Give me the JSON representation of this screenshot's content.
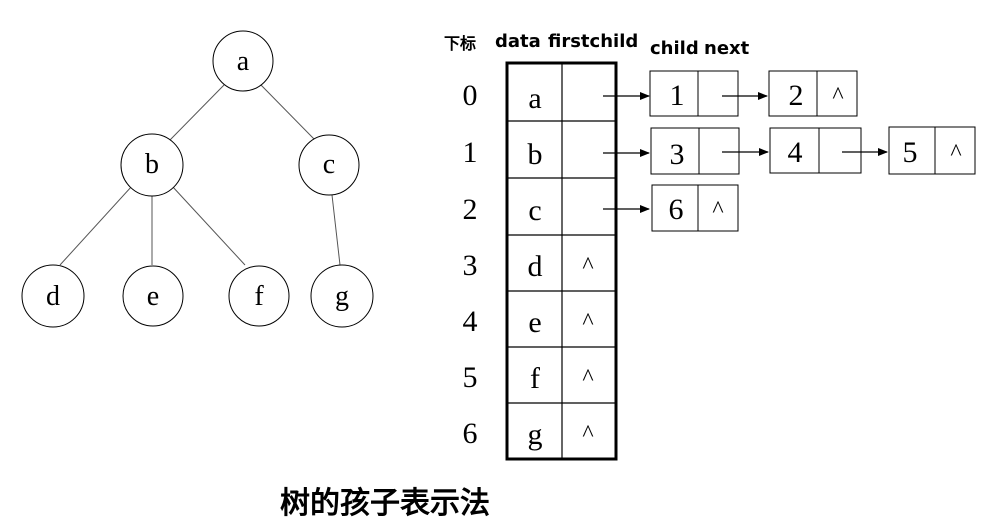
{
  "caption": "树的孩子表示法",
  "tree": {
    "nodes": [
      "a",
      "b",
      "c",
      "d",
      "e",
      "f",
      "g"
    ],
    "edges": [
      [
        "a",
        "b"
      ],
      [
        "a",
        "c"
      ],
      [
        "b",
        "d"
      ],
      [
        "b",
        "e"
      ],
      [
        "b",
        "f"
      ],
      [
        "c",
        "g"
      ]
    ]
  },
  "table": {
    "headers": {
      "index": "下标",
      "data": "data",
      "firstchild": "firstchild"
    },
    "rows": [
      {
        "index": "0",
        "data": "a",
        "firstchild": "",
        "children": [
          "1",
          "2"
        ]
      },
      {
        "index": "1",
        "data": "b",
        "firstchild": "",
        "children": [
          "3",
          "4",
          "5"
        ]
      },
      {
        "index": "2",
        "data": "c",
        "firstchild": "",
        "children": [
          "6"
        ]
      },
      {
        "index": "3",
        "data": "d",
        "firstchild": "^",
        "children": []
      },
      {
        "index": "4",
        "data": "e",
        "firstchild": "^",
        "children": []
      },
      {
        "index": "5",
        "data": "f",
        "firstchild": "^",
        "children": []
      },
      {
        "index": "6",
        "data": "g",
        "firstchild": "^",
        "children": []
      }
    ]
  },
  "child_node_header": {
    "child": "child",
    "next": "next"
  },
  "null_symbol": "^"
}
